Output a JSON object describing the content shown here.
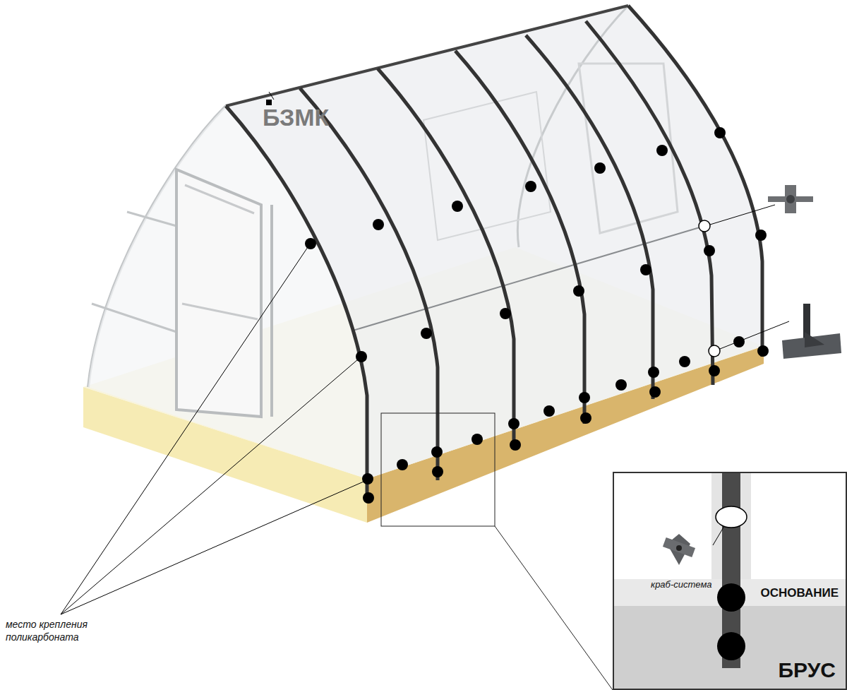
{
  "diagram": {
    "nodes": [
      {
        "text": [
          "краб-система"
        ]
      },
      {
        "text": [
          "ОСНОВАНИЕ"
        ],
        "in": 0
      },
      {
        "text": [
          "БРУС"
        ],
        "in": 0
      }
    ],
    "labels": [
      "БЗМК",
      "место крепления поликарбоната"
    ]
  }
}
